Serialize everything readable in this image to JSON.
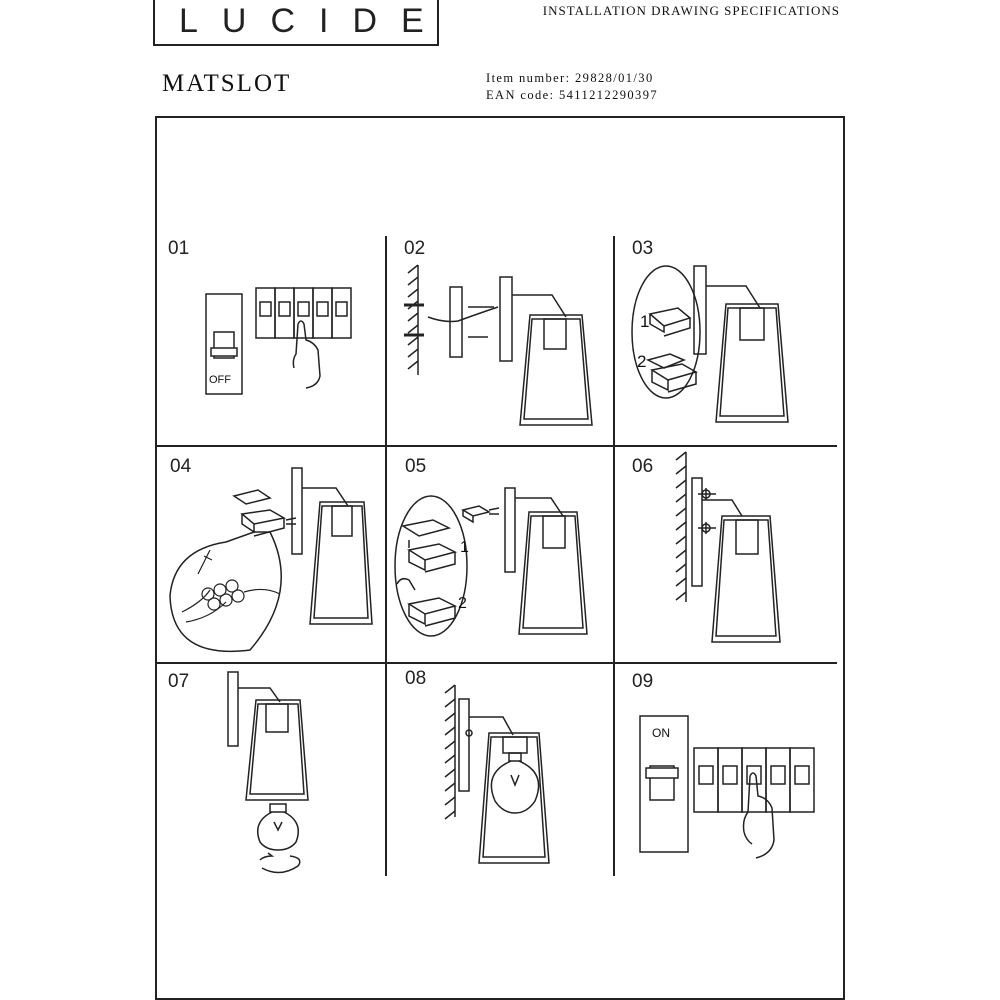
{
  "header": {
    "brand": "LUCIDE",
    "doc_title": "INSTALLATION DRAWING SPECIFICATIONS",
    "product_name": "MATSLOT",
    "item_number": "Item number: 29828/01/30",
    "ean_code": "EAN code: 5411212290397"
  },
  "steps": [
    {
      "number": "01",
      "switch_label": "OFF"
    },
    {
      "number": "02"
    },
    {
      "number": "03",
      "callout_1": "1",
      "callout_2": "2"
    },
    {
      "number": "04"
    },
    {
      "number": "05",
      "callout_1": "1",
      "callout_2": "2"
    },
    {
      "number": "06"
    },
    {
      "number": "07"
    },
    {
      "number": "08"
    },
    {
      "number": "09",
      "switch_label": "ON"
    }
  ]
}
